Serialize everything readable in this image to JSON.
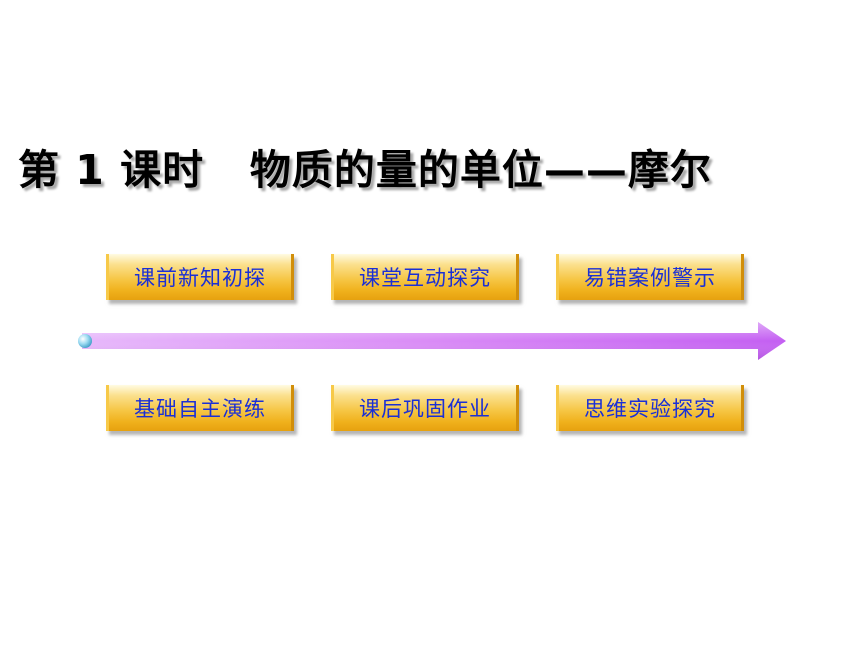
{
  "slide": {
    "title": "第 1 课时   物质的量的单位——摩尔",
    "colors": {
      "background": "#ffffff",
      "title_text": "#000000",
      "button_text": "#1a2fd6",
      "button_gold": "#f6c645",
      "arrow_purple": "#c35ef2",
      "arrow_dot": "#6fc7e6"
    },
    "top_row": [
      {
        "label": "课前新知初探"
      },
      {
        "label": "课堂互动探究"
      },
      {
        "label": "易错案例警示"
      }
    ],
    "bottom_row": [
      {
        "label": "基础自主演练"
      },
      {
        "label": "课后巩固作业"
      },
      {
        "label": "思维实验探究"
      }
    ]
  }
}
